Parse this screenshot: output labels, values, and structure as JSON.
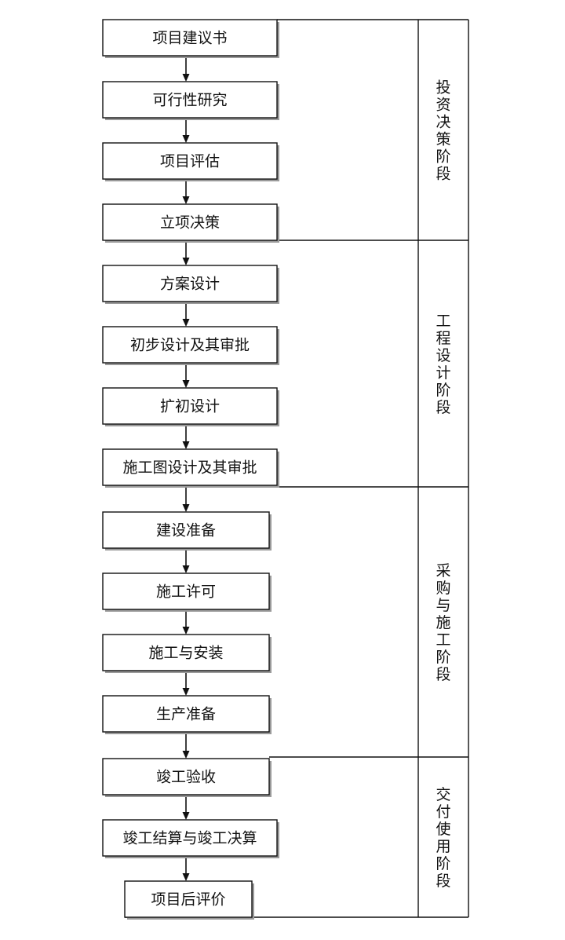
{
  "steps": [
    {
      "label": "项目建议书"
    },
    {
      "label": "可行性研究"
    },
    {
      "label": "项目评估"
    },
    {
      "label": "立项决策"
    },
    {
      "label": "方案设计"
    },
    {
      "label": "初步设计及其审批"
    },
    {
      "label": "扩初设计"
    },
    {
      "label": "施工图设计及其审批"
    },
    {
      "label": "建设准备"
    },
    {
      "label": "施工许可"
    },
    {
      "label": "施工与安装"
    },
    {
      "label": "生产准备"
    },
    {
      "label": "竣工验收"
    },
    {
      "label": "竣工结算与竣工决算"
    },
    {
      "label": "项目后评价"
    }
  ],
  "stages": [
    {
      "label": "投资决策阶段"
    },
    {
      "label": "工程设计阶段"
    },
    {
      "label": "采购与施工阶段"
    },
    {
      "label": "交付使用阶段"
    }
  ],
  "colors": {
    "line": "#111111",
    "shadow": "#9a9a9a",
    "box_fill": "#ffffff"
  }
}
